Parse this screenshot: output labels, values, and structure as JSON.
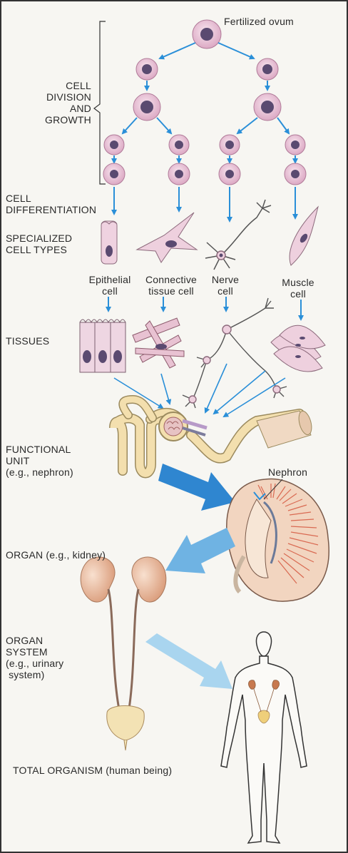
{
  "stages": {
    "fertilized": "Fertilized ovum",
    "division": [
      "CELL",
      "DIVISION",
      "AND",
      "GROWTH"
    ],
    "differentiation": [
      "CELL",
      "DIFFERENTIATION"
    ],
    "specialized": [
      "SPECIALIZED",
      "CELL TYPES"
    ],
    "tissues": "TISSUES",
    "functional_unit": [
      "FUNCTIONAL",
      "UNIT",
      "(e.g., nephron)"
    ],
    "organ": "ORGAN (e.g., kidney)",
    "organ_system": [
      "ORGAN",
      "SYSTEM",
      "(e.g., urinary",
      " system)"
    ],
    "total": "TOTAL ORGANISM (human being)"
  },
  "cell_types": {
    "epithelial": [
      "Epithelial",
      "cell"
    ],
    "connective": [
      "Connective",
      "tissue cell"
    ],
    "nerve": [
      "Nerve",
      "cell"
    ],
    "muscle": [
      "Muscle",
      "cell"
    ]
  },
  "callouts": {
    "nephron": "Nephron"
  },
  "colors": {
    "arrow_blue": "#2a8fd8",
    "big_arrow_blue": "#2f86d0",
    "pale_arrow_blue": "#a9d5ef",
    "cell_fill": "#e9c6d8",
    "nucleus": "#5a4a70",
    "kidney_fill": "#f1d2bd",
    "tubule_fill": "#f1dba6"
  }
}
